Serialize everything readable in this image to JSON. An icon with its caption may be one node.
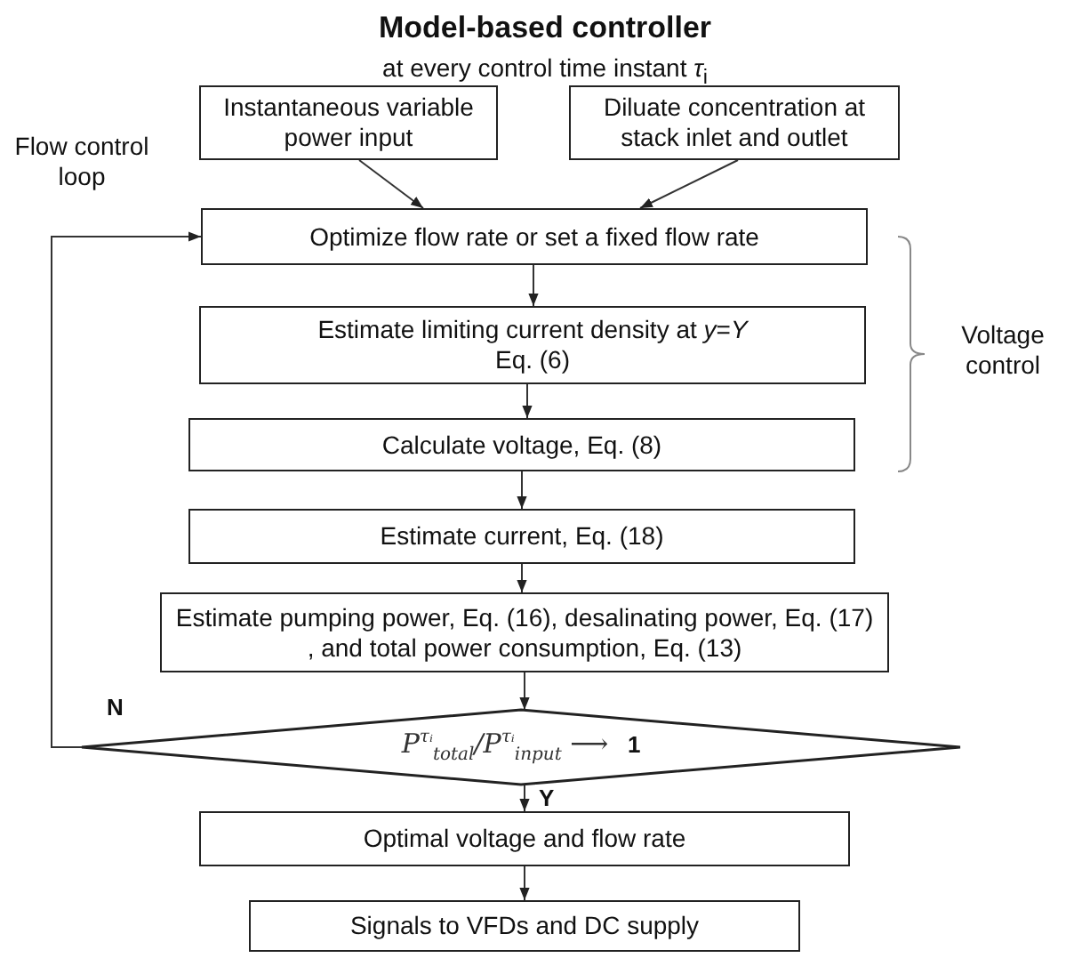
{
  "diagram": {
    "title": "Model-based controller",
    "nodes": [
      {
        "text": [
          "Instantaneous variable power input"
        ]
      },
      {
        "text": [
          "Diluate concentration at stack inlet and outlet"
        ]
      },
      {
        "text": [
          "Optimize flow rate or set a fixed flow rate"
        ]
      },
      {
        "text": [
          "Estimate limiting current density at *y*=*Y* Eq. (6)"
        ]
      },
      {
        "text": [
          "Calculate voltage,  Eq. (8)"
        ]
      },
      {
        "text": [
          "Estimate current, Eq.  (18)"
        ]
      },
      {
        "text": [
          "Estimate pumping power, Eq. (16), desalinating power, Eq. (17) , and total power consumption, Eq. (13)"
        ]
      },
      {
        "text": [
          "P$^{τᵢ}$$_{total}$/P$^{τᵢ}$$_{input}$ ⟶ **1**"
        ]
      },
      {
        "text": [
          "Optimal voltage and flow rate"
        ]
      },
      {
        "text": [
          "Signals to VFDs and DC supply"
        ]
      }
    ],
    "edges": [
      {
        "from": 0,
        "to": 2,
        "arrow": "to"
      },
      {
        "from": 1,
        "to": 2,
        "arrow": "to"
      },
      {
        "from": 2,
        "to": 3,
        "arrow": "to"
      },
      {
        "from": 3,
        "to": 4,
        "arrow": "to"
      },
      {
        "from": 4,
        "to": 5,
        "arrow": "to"
      },
      {
        "from": 5,
        "to": 6,
        "arrow": "to"
      },
      {
        "from": 6,
        "to": 7,
        "arrow": "to"
      },
      {
        "from": 7,
        "to": 8,
        "arrow": "to",
        "label": "Y"
      },
      {
        "from": 8,
        "to": 9,
        "arrow": "to"
      },
      {
        "from": 7,
        "to": 2,
        "arrow": "to",
        "label": "N"
      }
    ],
    "labels": [
      "at every control time instant *τ*$_{i}$",
      "Flow control loop",
      "Voltage control"
    ]
  }
}
